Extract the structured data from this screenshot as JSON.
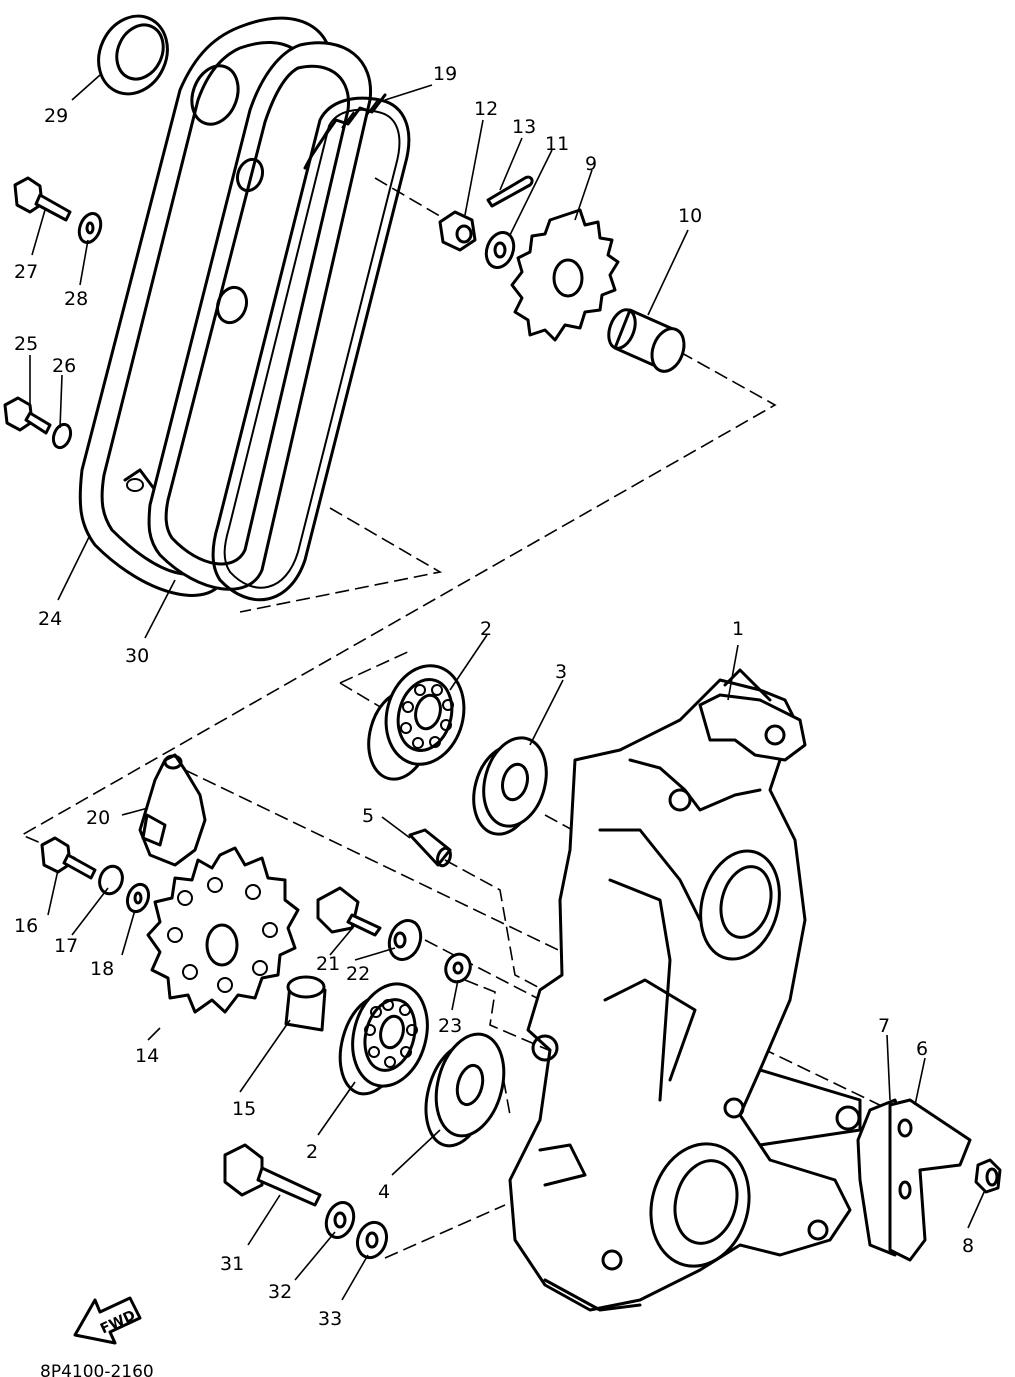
{
  "figure_code": "8P4100-2160",
  "fwd_label": "FWD",
  "callouts": {
    "c1": "1",
    "c2a": "2",
    "c2b": "2",
    "c3": "3",
    "c4": "4",
    "c5": "5",
    "c6": "6",
    "c7": "7",
    "c8": "8",
    "c9": "9",
    "c10": "10",
    "c11": "11",
    "c12": "12",
    "c13": "13",
    "c14": "14",
    "c15": "15",
    "c16": "16",
    "c17": "17",
    "c18": "18",
    "c19": "19",
    "c20": "20",
    "c21": "21",
    "c22": "22",
    "c23": "23",
    "c24": "24",
    "c25": "25",
    "c26": "26",
    "c27": "27",
    "c28": "28",
    "c29": "29",
    "c30": "30",
    "c31": "31",
    "c32": "32",
    "c33": "33"
  }
}
